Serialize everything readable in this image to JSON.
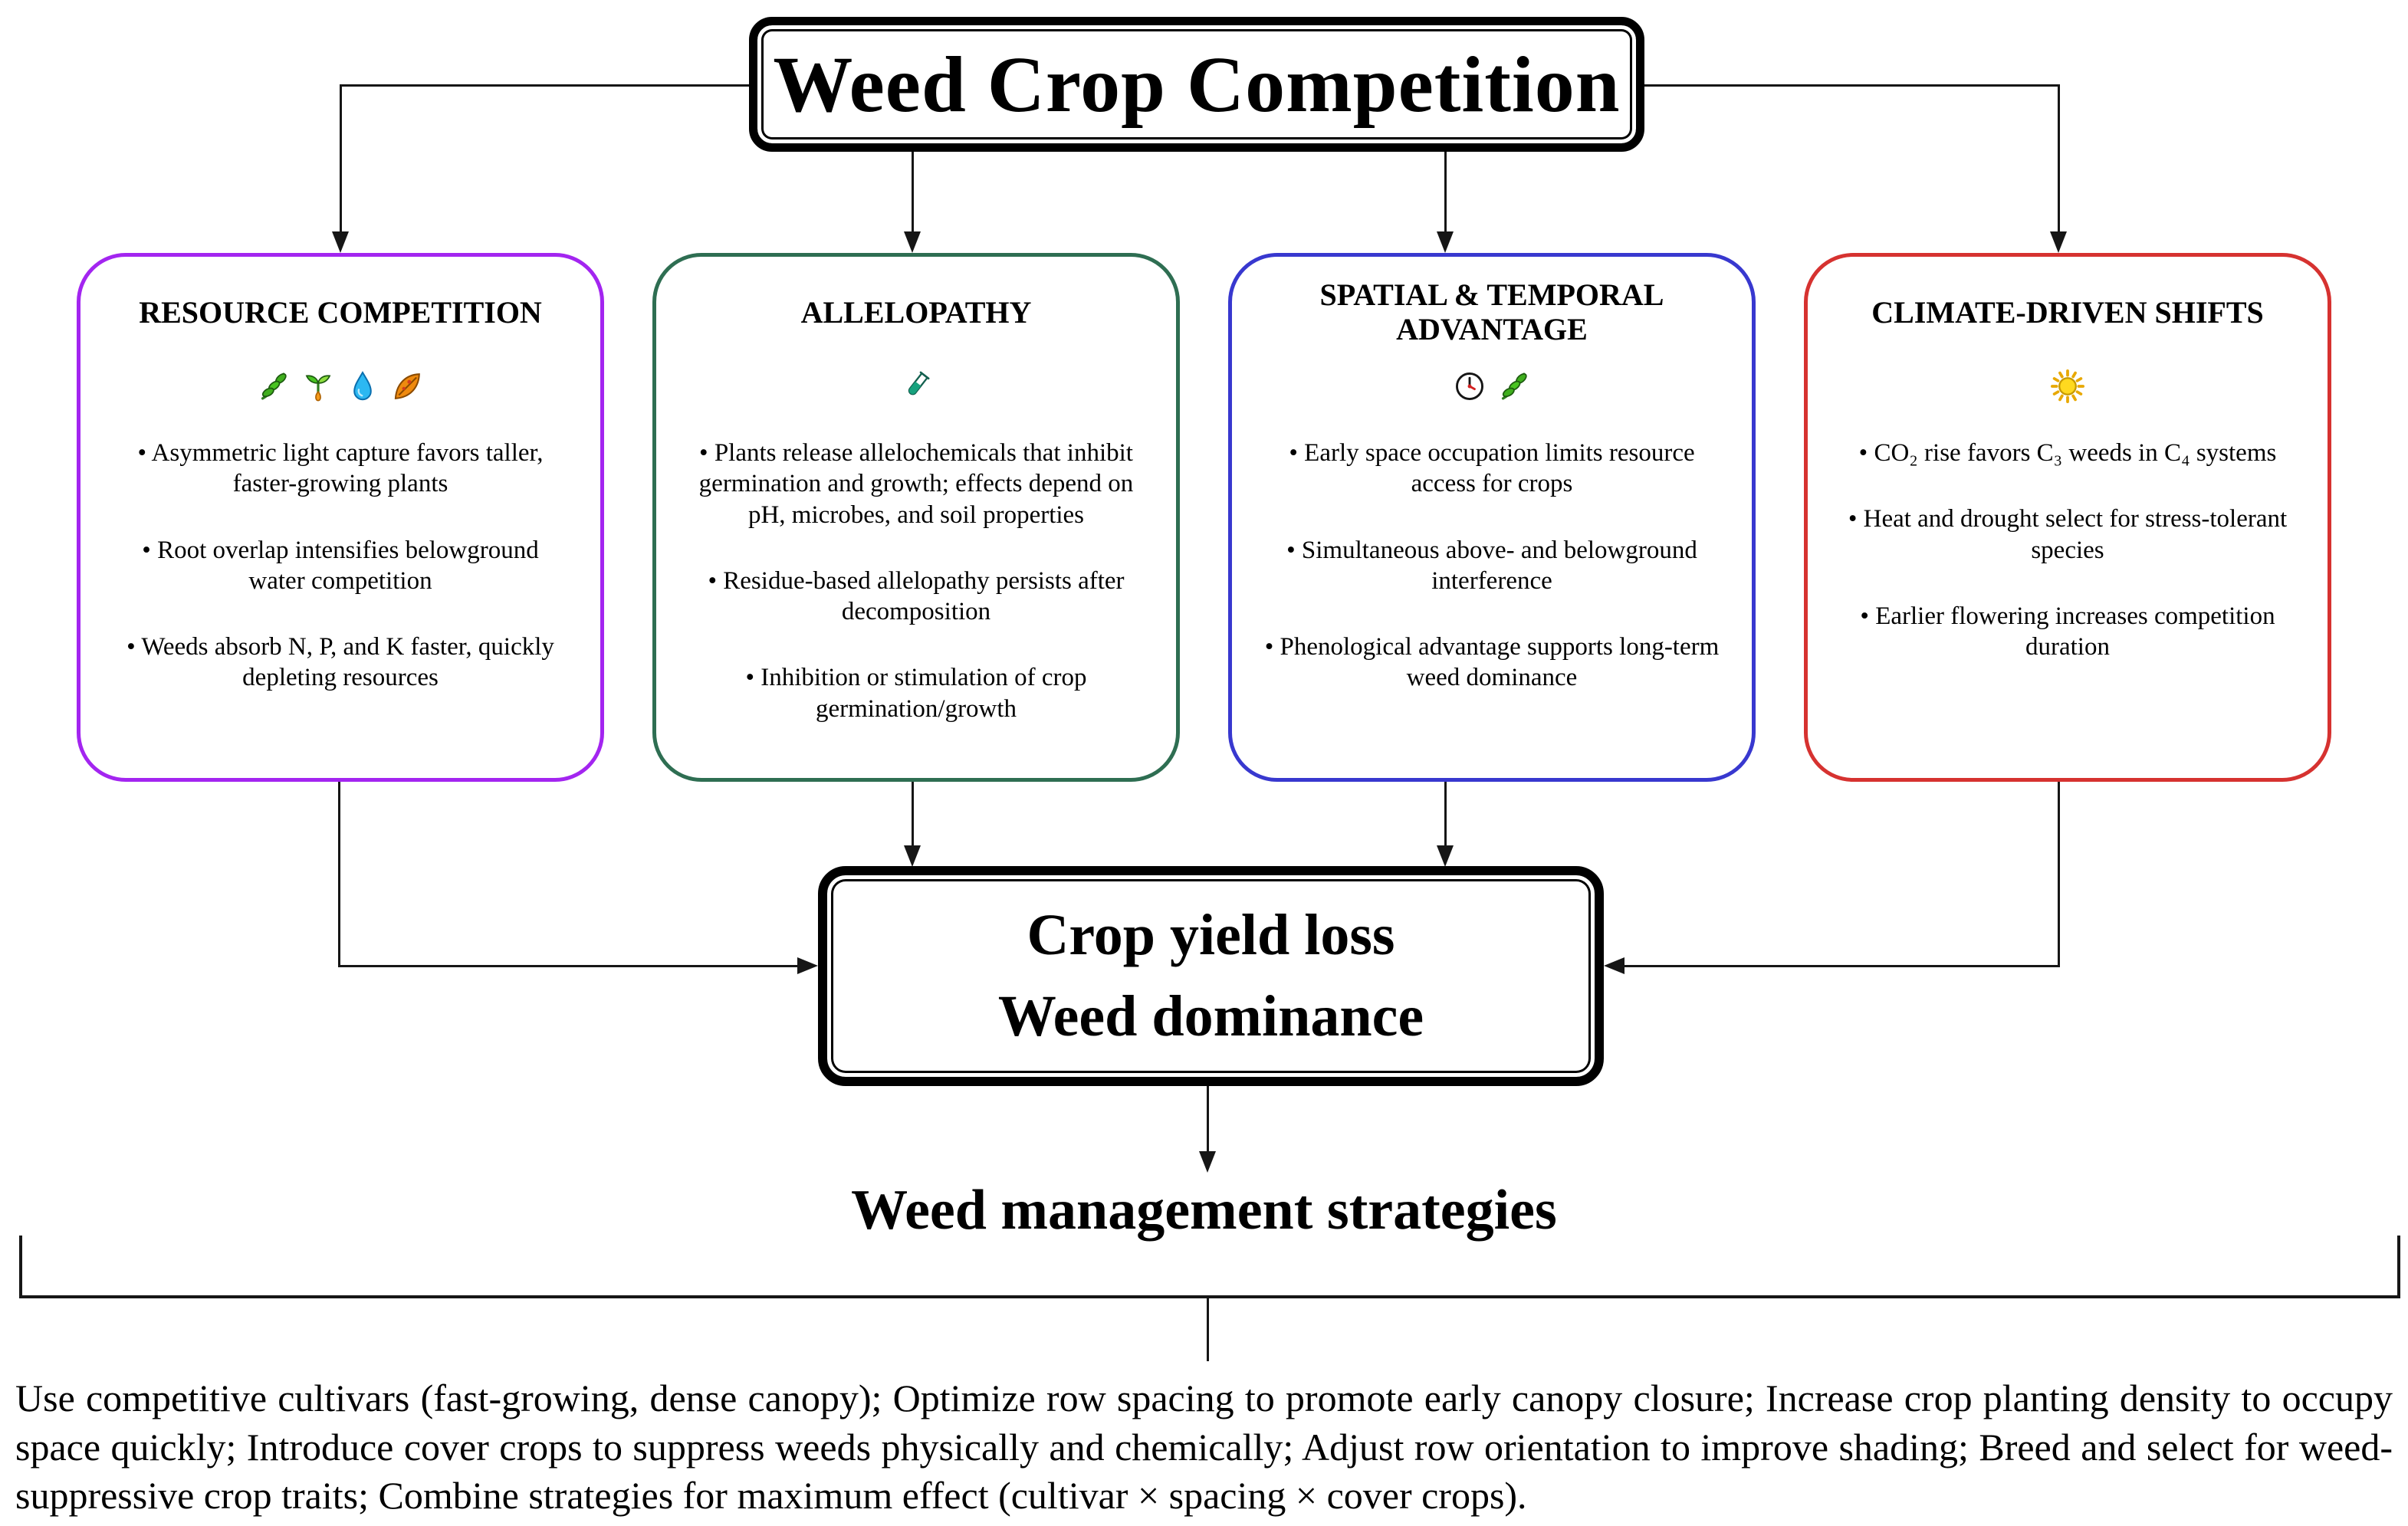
{
  "title": "Weed Crop Competition",
  "bullet_char": "•",
  "boxes": [
    {
      "heading": "RESOURCE COMPETITION",
      "border_color": "#a325f0",
      "icons": [
        "herb-icon",
        "seedling-icon",
        "droplet-icon",
        "fallen-leaf-icon"
      ],
      "bullets": [
        "Asymmetric light capture favors taller, faster-growing plants",
        "Root overlap intensifies belowground water competition",
        "Weeds absorb N, P, and K faster, quickly depleting resources"
      ]
    },
    {
      "heading": "ALLELOPATHY",
      "border_color": "#2e6e52",
      "icons": [
        "test-tube-icon"
      ],
      "bullets": [
        "Plants release allelochemicals that inhibit germination and growth; effects depend on pH, microbes, and soil properties",
        "Residue-based allelopathy persists after decomposition",
        "Inhibition or stimulation of crop germination/growth"
      ]
    },
    {
      "heading": "SPATIAL & TEMPORAL ADVANTAGE",
      "border_color": "#3838cf",
      "icons": [
        "clock-icon",
        "herb-icon"
      ],
      "bullets": [
        "Early space occupation limits resource access for crops",
        "Simultaneous above- and belowground interference",
        "Phenological advantage supports long-term weed dominance"
      ]
    },
    {
      "heading": "CLIMATE-DRIVEN SHIFTS",
      "border_color": "#d63230",
      "icons": [
        "sun-icon"
      ],
      "bullets": [
        "CO₂ rise favors C₃ weeds in C₄ systems",
        "Heat and drought select for stress-tolerant species",
        "Earlier flowering increases competition duration"
      ]
    }
  ],
  "outcome": {
    "line1": "Crop yield loss",
    "line2": "Weed dominance"
  },
  "strategies": {
    "heading": "Weed management strategies",
    "paragraph": "Use competitive cultivars (fast-growing, dense canopy); Optimize row spacing to promote early canopy closure; Increase crop planting density to occupy space quickly; Introduce cover crops to suppress weeds physically and chemically; Adjust row orientation to improve shading; Breed and select for weed-suppressive crop traits; Combine strategies for maximum effect (cultivar × spacing × cover crops)."
  }
}
